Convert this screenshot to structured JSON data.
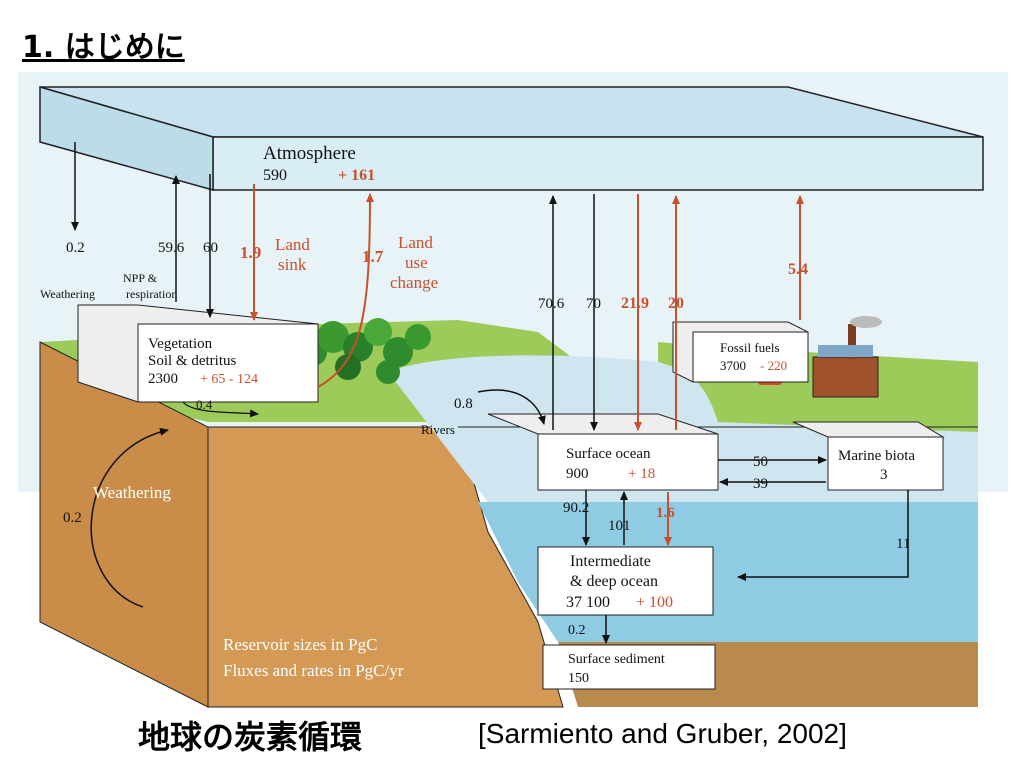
{
  "slide": {
    "title": "1. はじめに",
    "caption": "地球の炭素循環",
    "reference": "[Sarmiento and Gruber, 2002]"
  },
  "colors": {
    "pre_industrial": "#111111",
    "anthropogenic": "#c8502c",
    "atmosphere": "#d6ebf4",
    "surface_water": "#cfe6f0",
    "deep_water": "#8fcbe3",
    "land_grass": "#9ccb5a",
    "soil": "#d49a55",
    "box": "#ffffff"
  },
  "reservoirs": {
    "atmosphere": {
      "label": "Atmosphere",
      "size": "590",
      "change": "+ 161"
    },
    "vegetation": {
      "label1": "Vegetation",
      "label2": "Soil & detritus",
      "size": "2300",
      "change": "+ 65 - 124"
    },
    "fossil": {
      "label": "Fossil fuels",
      "size": "3700",
      "change": "- 220"
    },
    "surface_ocean": {
      "label": "Surface ocean",
      "size": "900",
      "change": "+ 18"
    },
    "marine_biota": {
      "label": "Marine biota",
      "size": "3"
    },
    "deep_ocean": {
      "label1": "Intermediate",
      "label2": "& deep ocean",
      "size": "37 100",
      "change": "+ 100"
    },
    "sediment": {
      "label": "Surface sediment",
      "size": "150"
    }
  },
  "fluxes": {
    "weathering_atm": "0.2",
    "npp": "59.6",
    "respiration": "60",
    "npp_label": "NPP &",
    "weathering_label": "Weathering",
    "respiration_label": "respiration",
    "land_sink_value": "1.9",
    "land_sink_label1": "Land",
    "land_sink_label2": "sink",
    "land_use_value": "1.7",
    "land_use_label1": "Land",
    "land_use_label2": "use",
    "land_use_label3": "change",
    "ocean_up": "70.6",
    "ocean_down": "70",
    "anthro_down": "21.9",
    "anthro_up": "20",
    "fossil_emission": "5.4",
    "rivers_value": "0.8",
    "rivers_label": "Rivers",
    "soil_to_river": "0.4",
    "surface_to_biota": "50",
    "biota_to_surface": "39",
    "surface_to_deep": "90.2",
    "deep_to_surface": "101",
    "anthro_to_deep": "1.6",
    "biota_to_deep": "11",
    "deep_to_sediment": "0.2",
    "rock_weathering_label": "Weathering",
    "rock_weathering_value": "0.2"
  },
  "legend": {
    "line1": "Reservoir sizes in PgC",
    "line2": "Fluxes and rates in PgC/yr"
  }
}
